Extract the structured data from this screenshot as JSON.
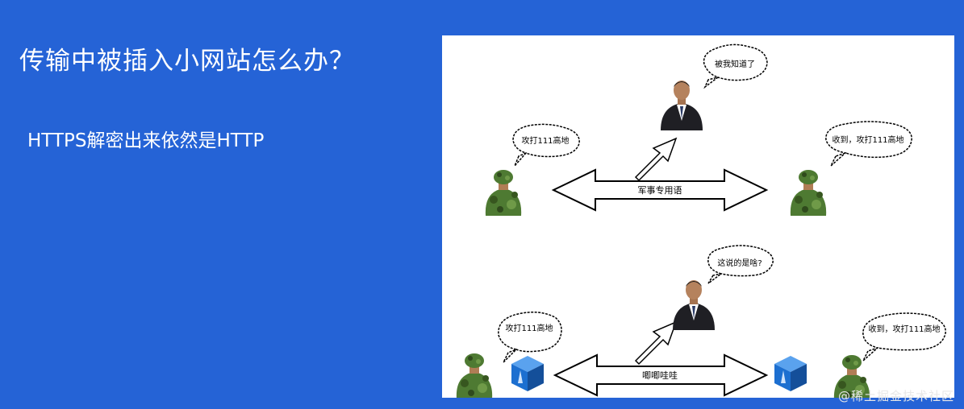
{
  "slide": {
    "title": "传输中被插入小网站怎么办？",
    "subtitle": "HTTPS解密出来依然是HTTP"
  },
  "top_scene": {
    "eavesdropper_speech": "被我知道了",
    "sender_speech": "攻打111高地",
    "receiver_speech": "收到，攻打111高地",
    "channel_label": "军事专用语"
  },
  "bottom_scene": {
    "eavesdropper_speech": "这说的是啥?",
    "sender_speech": "攻打111高地",
    "receiver_speech": "收到，攻打111高地",
    "channel_label": "唧唧哇哇"
  },
  "footer": {
    "watermark": "@稀土掘金技术社区"
  },
  "colors": {
    "background": "#2563d6",
    "panel": "#ffffff",
    "soldier_camo": "#4e7a32",
    "suit": "#1f1f24",
    "cube": "#1c6fd0"
  }
}
